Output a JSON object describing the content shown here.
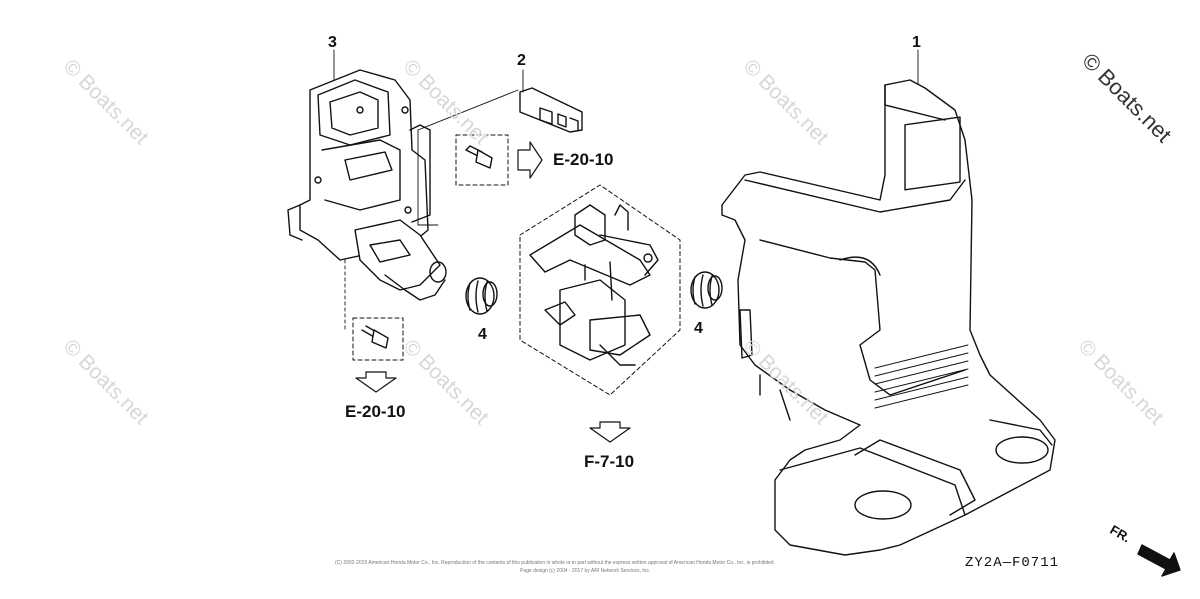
{
  "watermark": "© Boats.net",
  "watermark_corner": "© Boats.net",
  "callouts": {
    "part_1": "1",
    "part_2": "2",
    "part_3": "3",
    "part_4_left": "4",
    "part_4_right": "4"
  },
  "references": {
    "upper": "E-20-10",
    "lower": "E-20-10",
    "center": "F-7-10"
  },
  "diagram_code": "ZY2A—F0711",
  "direction_label": "FR.",
  "copyright_line_1": "(C) 2002-2015 American Honda Motor Co., Inc. Reproduction of the contents of this publication in whole or in part without the express written approval of American Honda Motor Co., Inc. is prohibited.",
  "copyright_line_2": "Page design (c) 2004 - 2017 by ARI Network Services, Inc."
}
